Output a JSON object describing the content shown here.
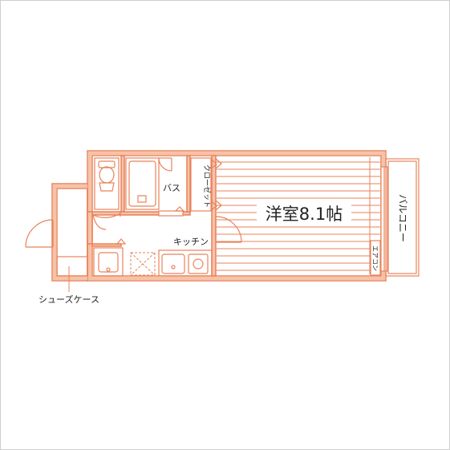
{
  "colors": {
    "wall": "#e8825a",
    "wall_fill": "#f6c3a8",
    "line": "#e8825a",
    "text": "#222222",
    "border": "#cfcfcf"
  },
  "labels": {
    "room": "洋室8.1帖",
    "bath": "バス",
    "closet": "クローゼット",
    "kitchen": "キッチン",
    "balcony": "バルコニー",
    "aircon": "エアコン",
    "shoe_case": "シューズケース"
  }
}
